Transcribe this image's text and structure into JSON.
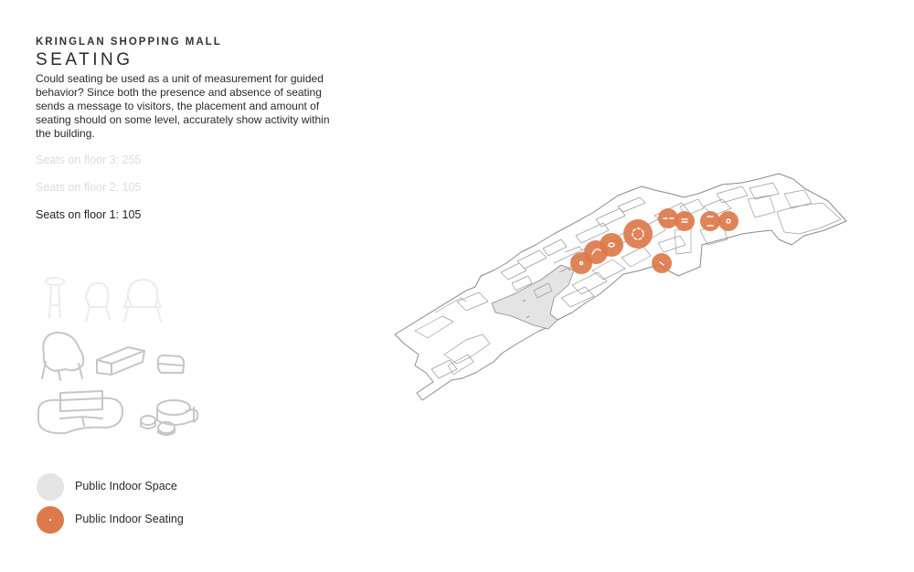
{
  "header": {
    "subtitle": "KRINGLAN SHOPPING MALL",
    "title": "SEATING",
    "intro": "Could seating be used as a unit of measurement for guided behavior? Since both the presence and absence of seating sends a message to visitors, the placement and amount of seating should on some level, accurately show activity within the building."
  },
  "floors": [
    {
      "label": "Seats on floor 3: 255",
      "active": false
    },
    {
      "label": "Seats on floor 2: 105",
      "active": false
    },
    {
      "label": "Seats on floor 1: 105",
      "active": true
    }
  ],
  "legend": [
    {
      "label": "Public Indoor Space",
      "color": "#e4e4e4"
    },
    {
      "label": "Public Indoor Seating",
      "color": "#dc7a4b"
    }
  ],
  "colors": {
    "seating": "#dc7a4b",
    "public_space": "#e4e4e4",
    "line": "#8a8a8a",
    "furniture_faded": "#ececec",
    "furniture": "#c6c6c6"
  },
  "furniture_icons": [
    "bar-stool-icon",
    "chair-icon",
    "armchair-icon",
    "lounge-chair-icon",
    "bench-icon",
    "pouf-icon",
    "modular-sofa-icon",
    "round-table-seating-icon"
  ]
}
